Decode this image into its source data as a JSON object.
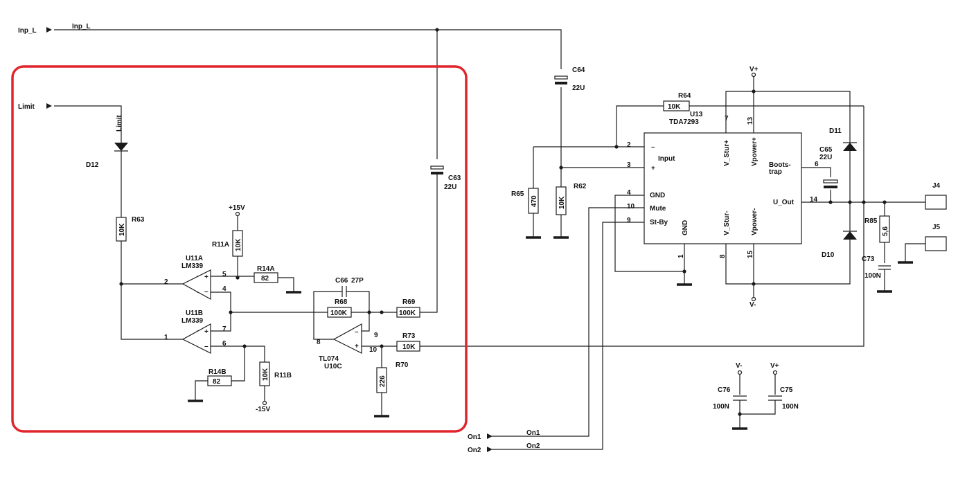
{
  "ports": {
    "inp_l": "Inp_L",
    "limit": "Limit",
    "on1": "On1",
    "on2": "On2",
    "j4": "J4",
    "j5": "J5"
  },
  "nets": {
    "inp_l": "Inp_L",
    "limit": "Limit",
    "on1": "On1",
    "on2": "On2"
  },
  "power": {
    "p15v": "+15V",
    "m15v": "-15V",
    "vplus": "V+",
    "vminus": "V-"
  },
  "components": {
    "d12": "D12",
    "r63": {
      "ref": "R63",
      "value": "10K"
    },
    "r11a": {
      "ref": "R11A",
      "value": "10K"
    },
    "r14a": {
      "ref": "R14A",
      "value": "82"
    },
    "u11a": {
      "ref": "U11A",
      "part": "LM339"
    },
    "u11b": {
      "ref": "U11B",
      "part": "LM339"
    },
    "r14b": {
      "ref": "R14B",
      "value": "82"
    },
    "r11b": {
      "ref": "R11B",
      "value": "10K"
    },
    "c66": {
      "ref": "C66",
      "value": "27P"
    },
    "r68": {
      "ref": "R68",
      "value": "100K"
    },
    "r69": {
      "ref": "R69",
      "value": "100K"
    },
    "r73": {
      "ref": "R73",
      "value": "10K"
    },
    "r70": {
      "ref": "R70",
      "value": "226"
    },
    "u10c": {
      "ref": "U10C",
      "part": "TL074"
    },
    "c63": {
      "ref": "C63",
      "value": "22U"
    },
    "c64": {
      "ref": "C64",
      "value": "22U"
    },
    "r64": {
      "ref": "R64",
      "value": "10K"
    },
    "r65": {
      "ref": "R65",
      "value": "470"
    },
    "r62": {
      "ref": "R62",
      "value": "10K"
    },
    "u13": {
      "ref": "U13",
      "part": "TDA7293"
    },
    "c65": {
      "ref": "C65",
      "value": "22U"
    },
    "d11": "D11",
    "d10": "D10",
    "r85": {
      "ref": "R85",
      "value": "5,6"
    },
    "c73": {
      "ref": "C73",
      "value": "100N"
    },
    "c76": {
      "ref": "C76",
      "value": "100N"
    },
    "c75": {
      "ref": "C75",
      "value": "100N"
    }
  },
  "ic_pins": {
    "in_minus": "–",
    "in_plus": "+",
    "input": "Input",
    "gnd": "GND",
    "mute": "Mute",
    "stby": "St-By",
    "gnd_bottom": "GND",
    "vstur_p": "V_Stur+",
    "vpower_p": "Vpower+",
    "vstur_m": "V_Stur-",
    "vpower_m": "Vpower-",
    "boots1": "Boots-",
    "boots2": "trap",
    "uout": "U_Out"
  },
  "pin_numbers": {
    "u11a_5": "5",
    "u11a_4": "4",
    "u11a_2": "2",
    "u11b_7": "7",
    "u11b_6": "6",
    "u11b_1": "1",
    "u10c_8": "8",
    "u10c_9": "9",
    "u10c_10": "10",
    "u13_2": "2",
    "u13_3": "3",
    "u13_4": "4",
    "u13_10": "10",
    "u13_9": "9",
    "u13_7": "7",
    "u13_13": "13",
    "u13_6": "6",
    "u13_14": "14",
    "u13_1": "1",
    "u13_8": "8",
    "u13_15": "15"
  },
  "opamp_marks": {
    "plus": "+",
    "minus": "–"
  },
  "colors": {
    "highlight": "#e0252c",
    "wire": "#1a1a1a"
  }
}
